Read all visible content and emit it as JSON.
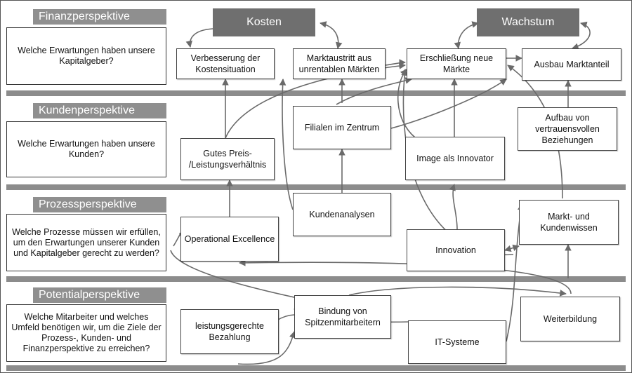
{
  "perspectives": {
    "finanz": {
      "title": "Finanzperspektive",
      "question": "Welche Erwartungen haben unsere Kapitalgeber?"
    },
    "kunden": {
      "title": "Kundenperspektive",
      "question": "Welche Erwartungen haben unsere Kunden?"
    },
    "prozess": {
      "title": "Prozessperspektive",
      "question": "Welche Prozesse müssen wir erfüllen, um den Erwartungen unserer Kunden und Kapitalgeber gerecht zu werden?"
    },
    "potential": {
      "title": "Potentialperspektive",
      "question": "Welche Mitarbeiter und welches Umfeld benötigen wir, um die Ziele der Prozess-, Kunden- und Finanzperspektive zu erreichen?"
    }
  },
  "goals": {
    "kosten": "Kosten",
    "wachstum": "Wachstum"
  },
  "nodes": {
    "kostensituation": "Verbesserung der Kostensituation",
    "marktaustritt": "Marktaustritt aus unrentablen Märkten",
    "erschliessung": "Erschließung neue Märkte",
    "marktanteil": "Ausbau Marktanteil",
    "filialen": "Filialen im Zentrum",
    "beziehungen": "Aufbau von vertrauensvollen Beziehungen",
    "preis": "Gutes Preis- /Leistungsverhältnis",
    "innovator": "Image als Innovator",
    "kundenanalysen": "Kundenanalysen",
    "marktwissen": "Markt- und Kundenwissen",
    "operational": "Operational Excellence",
    "innovation": "Innovation",
    "bezahlung": "leistungsgerechte Bezahlung",
    "bindung": "Bindung von Spitzenmitarbeitern",
    "it": "IT-Systeme",
    "weiterbildung": "Weiterbildung"
  },
  "colors": {
    "band": "#8c8c8c",
    "title_bg": "#8f8f8f",
    "goal_bg": "#6f6f6f",
    "arrow": "#6a6a6a"
  }
}
